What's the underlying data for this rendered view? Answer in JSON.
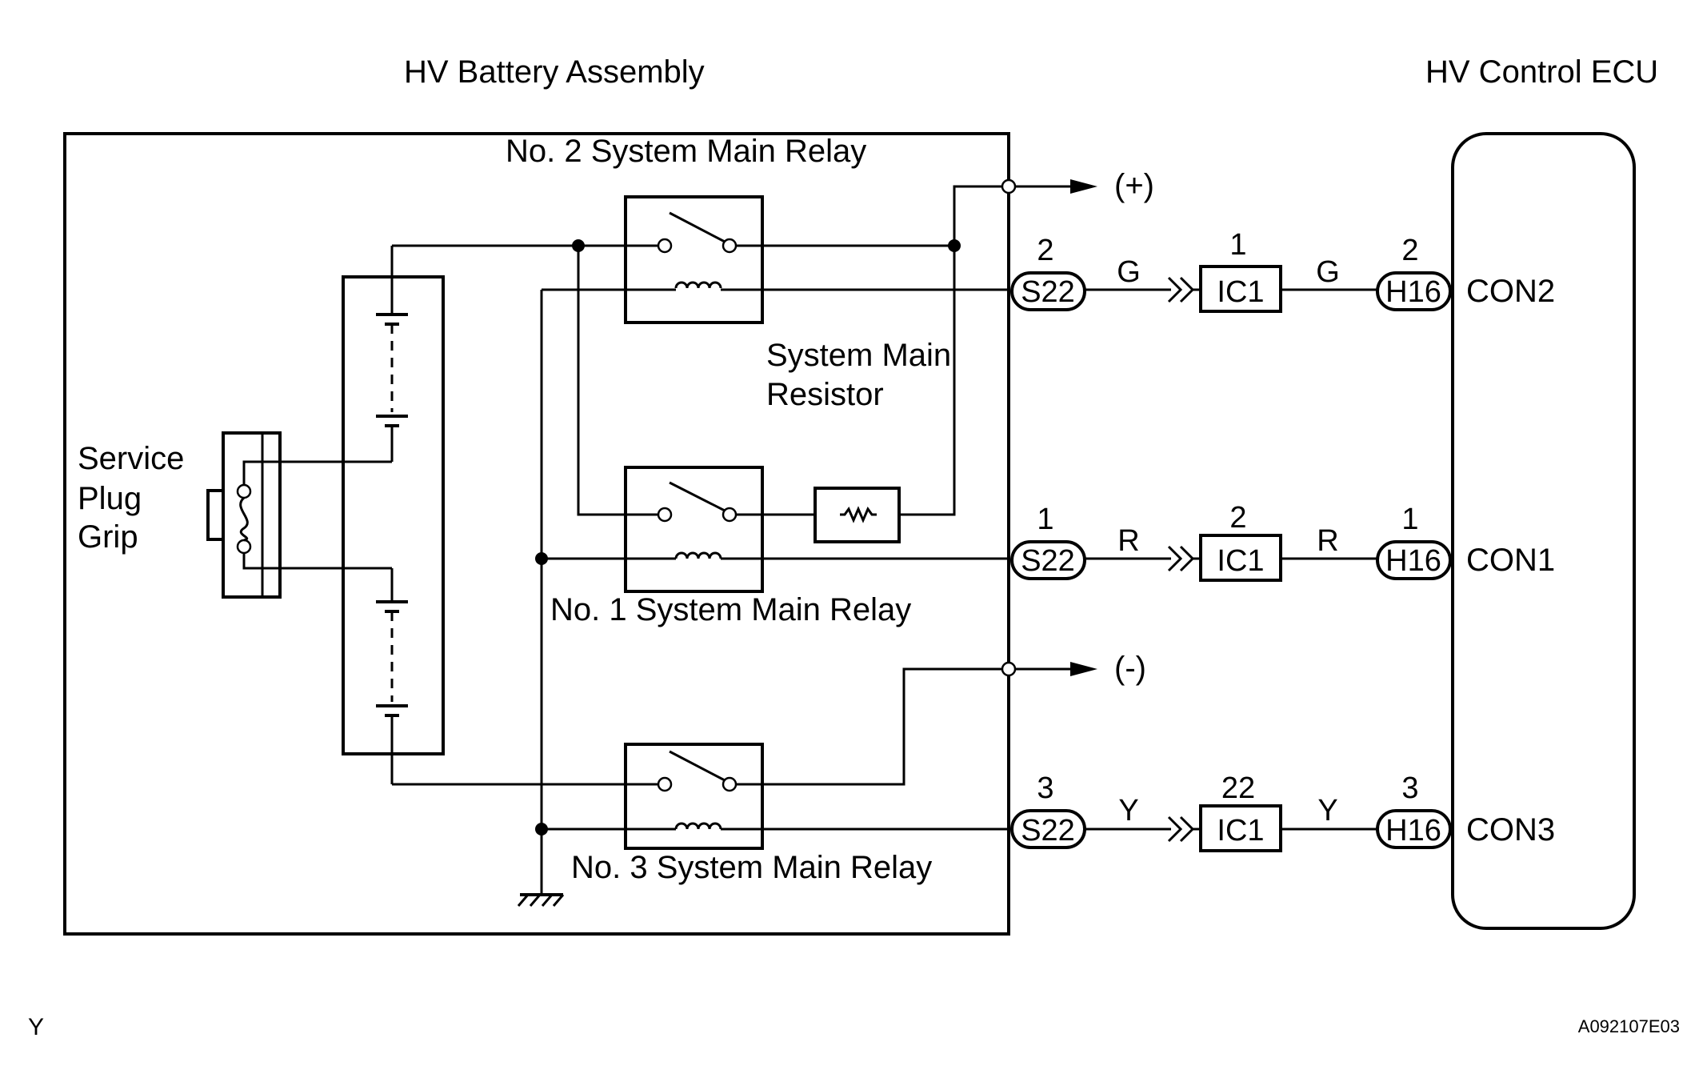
{
  "labels": {
    "battery_assembly": "HV Battery Assembly",
    "control_ecu": "HV Control ECU",
    "relay2": "No. 2 System Main Relay",
    "relay1": "No. 1 System Main Relay",
    "relay3": "No. 3 System Main Relay",
    "resistor_line1": "System Main",
    "resistor_line2": "Resistor",
    "service_line1": "Service",
    "service_line2": "Plug",
    "service_line3": "Grip",
    "plus_terminal": "(+)",
    "minus_terminal": "(-)",
    "corner_mark": "Y",
    "figure_code": "A092107E03"
  },
  "signals": [
    {
      "s22_pin": "2",
      "s22": "S22",
      "wire1": "G",
      "ic1_pin": "1",
      "ic1": "IC1",
      "wire2": "G",
      "h16_pin": "2",
      "h16": "H16",
      "ecu_terminal": "CON2"
    },
    {
      "s22_pin": "1",
      "s22": "S22",
      "wire1": "R",
      "ic1_pin": "2",
      "ic1": "IC1",
      "wire2": "R",
      "h16_pin": "1",
      "h16": "H16",
      "ecu_terminal": "CON1"
    },
    {
      "s22_pin": "3",
      "s22": "S22",
      "wire1": "Y",
      "ic1_pin": "22",
      "ic1": "IC1",
      "wire2": "Y",
      "h16_pin": "3",
      "h16": "H16",
      "ecu_terminal": "CON3"
    }
  ],
  "colors": {
    "line": "#000000",
    "background": "#ffffff"
  }
}
